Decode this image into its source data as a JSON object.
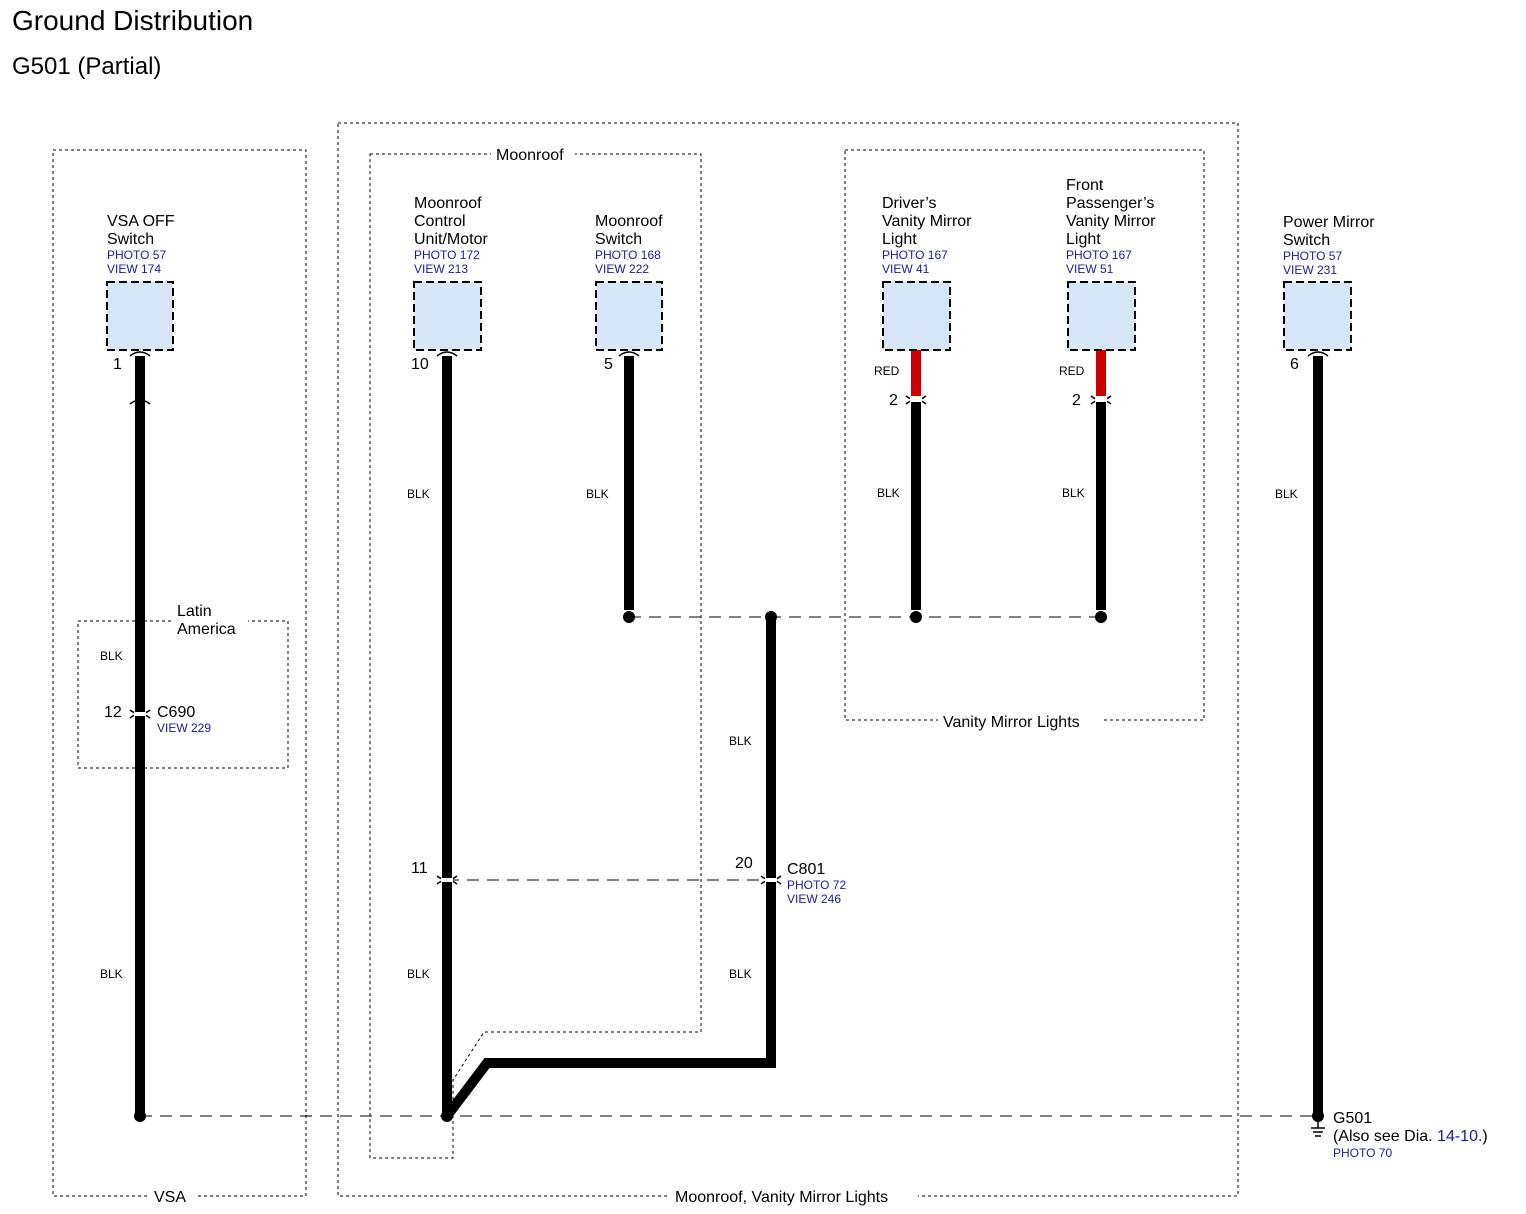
{
  "header": {
    "title": "Ground Distribution",
    "subtitle": "G501 (Partial)"
  },
  "groups": {
    "vsa": "VSA",
    "moonroof_vanity": "Moonroof, Vanity Mirror Lights",
    "moonroof": "Moonroof",
    "vanity": "Vanity Mirror Lights",
    "latin_line1": "Latin",
    "latin_line2": "America"
  },
  "components": {
    "vsa_off": {
      "line1": "VSA OFF",
      "line2": "Switch",
      "photo": "PHOTO 57",
      "view": "VIEW 174",
      "pin": "1"
    },
    "moonroof_unit": {
      "line1": "Moonroof",
      "line2": "Control",
      "line3": "Unit/Motor",
      "photo": "PHOTO 172",
      "view": "VIEW 213",
      "pin": "10"
    },
    "moonroof_switch": {
      "line1": "Moonroof",
      "line2": "Switch",
      "photo": "PHOTO 168",
      "view": "VIEW 222",
      "pin": "5"
    },
    "driver_mirror": {
      "line1": "Driver’s",
      "line2": "Vanity Mirror",
      "line3": "Light",
      "photo": "PHOTO 167",
      "view": "VIEW 41",
      "pin": "2"
    },
    "pass_mirror": {
      "line1": "Front",
      "line2": "Passenger’s",
      "line3": "Vanity Mirror",
      "line4": "Light",
      "photo": "PHOTO 167",
      "view": "VIEW 51",
      "pin": "2"
    },
    "power_mirror": {
      "line1": "Power Mirror",
      "line2": "Switch",
      "photo": "PHOTO 57",
      "view": "VIEW 231",
      "pin": "6"
    }
  },
  "wires": {
    "blk": "BLK",
    "red": "RED"
  },
  "connectors": {
    "c690": {
      "name": "C690",
      "view": "VIEW 229",
      "pin": "12"
    },
    "c801": {
      "name": "C801",
      "photo": "PHOTO 72",
      "view": "VIEW 246",
      "pin_left": "11",
      "pin_right": "20"
    }
  },
  "ground": {
    "name": "G501",
    "see_prefix": "(Also see Dia. ",
    "see_ref": "14-10.",
    "see_suffix": ")",
    "photo": "PHOTO 70"
  },
  "colors": {
    "wire_black": "#000000",
    "wire_red": "#cc0000",
    "component_fill": "#d6e6f7",
    "reference_blue": "#1a1aa0"
  }
}
